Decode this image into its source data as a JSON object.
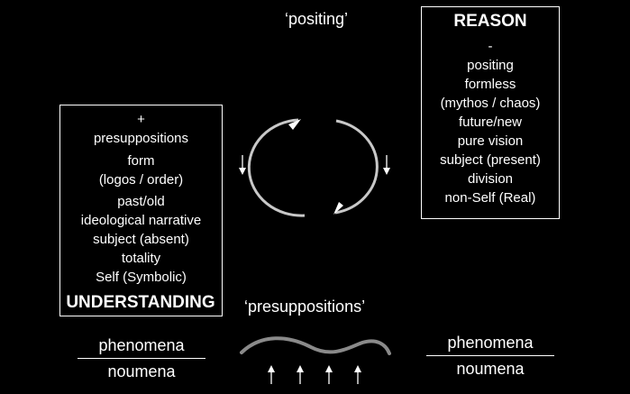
{
  "reason": {
    "title": "REASON",
    "lines": [
      "-",
      "positing",
      "formless",
      "(mythos / chaos)",
      "future/new",
      "pure vision",
      "subject (present)",
      "division",
      "non-Self (Real)"
    ]
  },
  "understanding": {
    "title": "UNDERSTANDING",
    "lines": [
      "+",
      "presuppositions",
      "form",
      "(logos / order)",
      "past/old",
      "ideological narrative",
      "subject (absent)",
      "totality",
      "Self (Symbolic)"
    ]
  },
  "labels": {
    "positing": "‘positing’",
    "presuppositions": "‘presuppositions’"
  },
  "fractions": {
    "left": {
      "top": "phenomena",
      "bottom": "noumena"
    },
    "right": {
      "top": "phenomena",
      "bottom": "noumena"
    }
  }
}
